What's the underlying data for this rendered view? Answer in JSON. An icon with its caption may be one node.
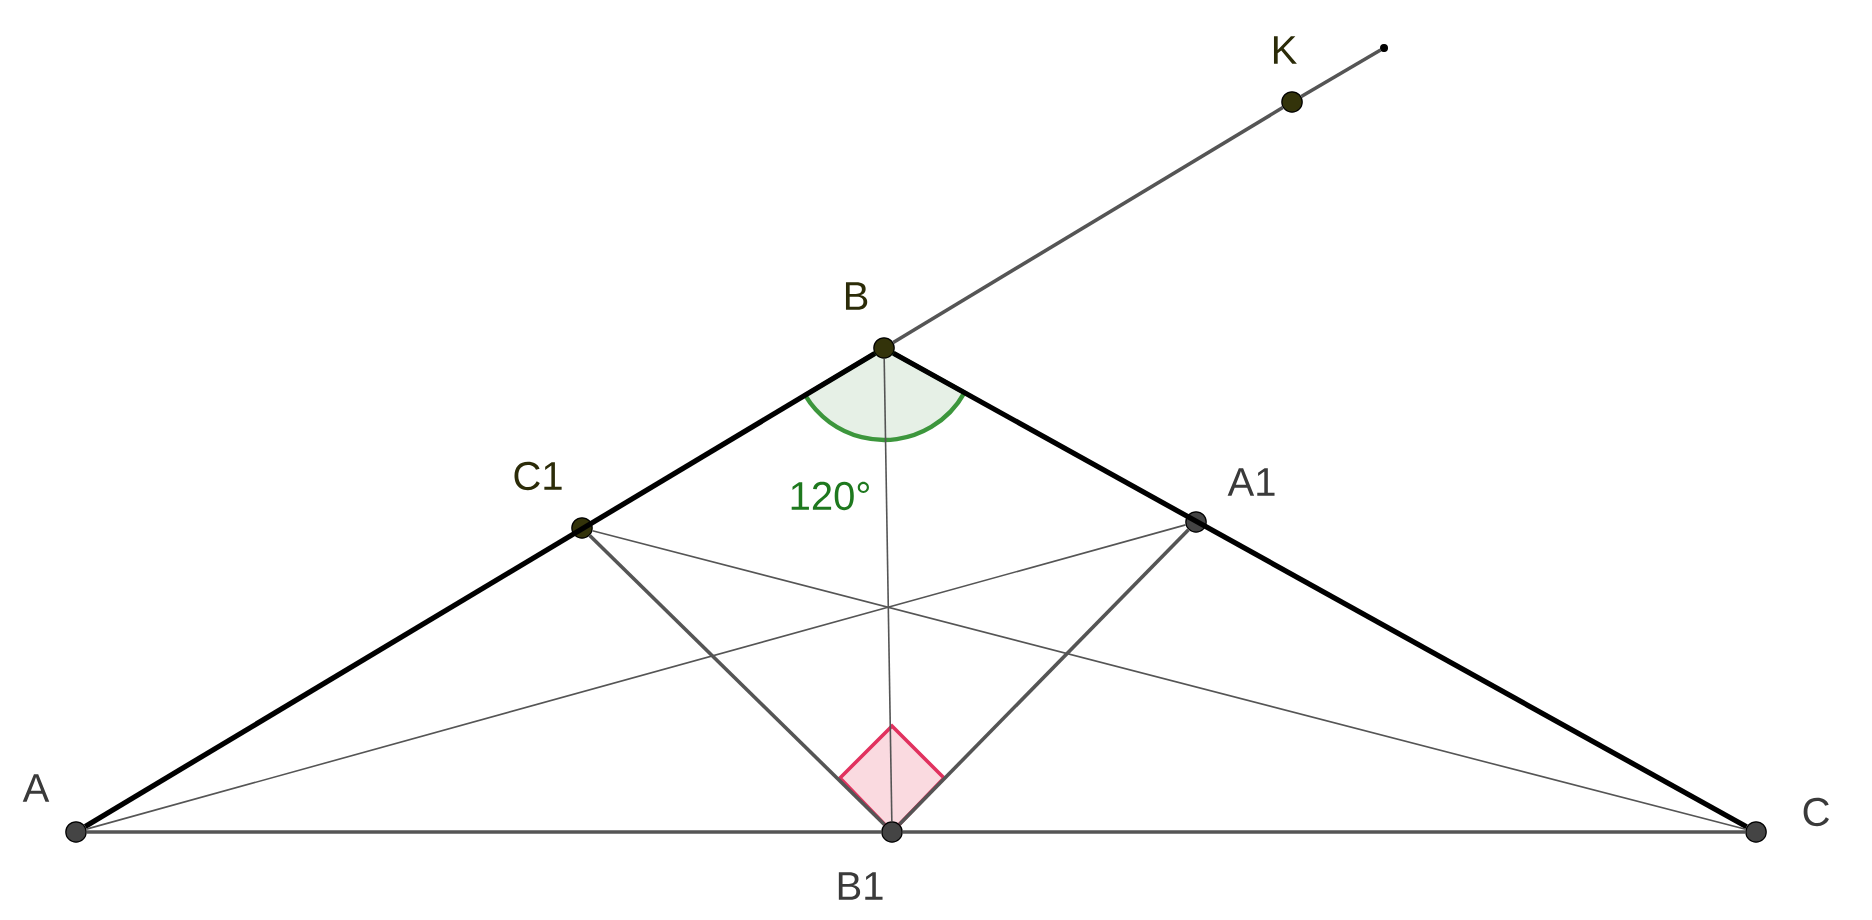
{
  "diagram": {
    "nodes": [
      {
        "text": [],
        "shape": "circle",
        "beside": [
          "A"
        ]
      },
      {
        "text": [],
        "shape": "circle",
        "beside": [
          "B"
        ]
      },
      {
        "text": [],
        "shape": "circle",
        "beside": [
          "C"
        ]
      },
      {
        "text": [],
        "shape": "circle",
        "beside": [
          "A1"
        ]
      },
      {
        "text": [],
        "shape": "circle",
        "beside": [
          "B1"
        ]
      },
      {
        "text": [],
        "shape": "circle",
        "beside": [
          "C1"
        ]
      },
      {
        "text": [],
        "shape": "circle",
        "beside": [
          "K"
        ]
      },
      {
        "text": [],
        "shape": "circle"
      }
    ],
    "edges": [
      {
        "from": 0,
        "to": 1,
        "arrow": "none",
        "color": "#000000"
      },
      {
        "from": 1,
        "to": 2,
        "arrow": "none",
        "color": "#000000"
      },
      {
        "from": 0,
        "to": 4,
        "arrow": "none"
      },
      {
        "from": 4,
        "to": 2,
        "arrow": "none"
      },
      {
        "from": 0,
        "to": 3,
        "arrow": "none"
      },
      {
        "from": 2,
        "to": 5,
        "arrow": "none"
      },
      {
        "from": 1,
        "to": 4,
        "arrow": "none"
      },
      {
        "from": 5,
        "to": 4,
        "arrow": "none"
      },
      {
        "from": 3,
        "to": 4,
        "arrow": "none"
      },
      {
        "from": 1,
        "to": 6,
        "arrow": "none"
      },
      {
        "from": 6,
        "to": 7,
        "arrow": "none"
      }
    ],
    "labels": [
      "120°"
    ]
  }
}
